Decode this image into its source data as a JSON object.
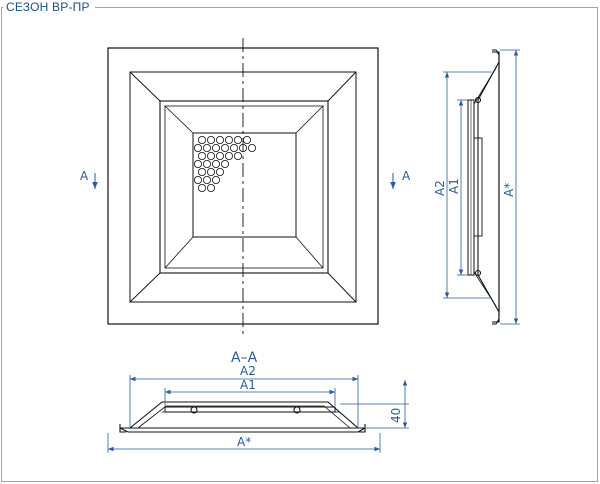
{
  "title": "СЕЗОН ВР-ПР",
  "labels": {
    "section_left": "A",
    "section_right": "A",
    "section_title": "A–A",
    "a2": "A2",
    "a1": "A1",
    "astar": "A*",
    "height": "40"
  },
  "colors": {
    "line": "#111111",
    "dimension": "#2a5aa0",
    "frame": "#8aa9c9"
  }
}
